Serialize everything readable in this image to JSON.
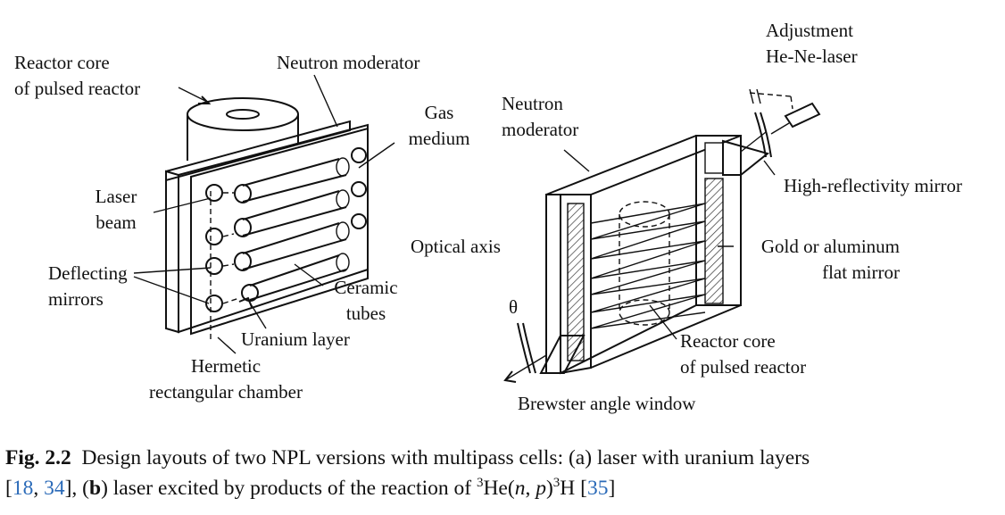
{
  "panel_a": {
    "labels": {
      "reactor_core_1": "Reactor core",
      "reactor_core_2": "of pulsed reactor",
      "neutron_moderator": "Neutron moderator",
      "gas_medium_1": "Gas",
      "gas_medium_2": "medium",
      "laser_beam_1": "Laser",
      "laser_beam_2": "beam",
      "deflecting_mirrors_1": "Deflecting",
      "deflecting_mirrors_2": "mirrors",
      "ceramic_tubes_1": "Ceramic",
      "ceramic_tubes_2": "tubes",
      "uranium_layer": "Uranium layer",
      "hermetic_chamber_1": "Hermetic",
      "hermetic_chamber_2": "rectangular chamber"
    }
  },
  "panel_b": {
    "labels": {
      "adjustment_laser_1": "Adjustment",
      "adjustment_laser_2": "He-Ne-laser",
      "neutron_moderator_1": "Neutron",
      "neutron_moderator_2": "moderator",
      "high_reflectivity_mirror": "High-reflectivity mirror",
      "optical_axis": "Optical axis",
      "flat_mirror_1": "Gold or aluminum",
      "flat_mirror_2": "flat mirror",
      "theta": "θ",
      "reactor_core_1": "Reactor core",
      "reactor_core_2": "of pulsed reactor",
      "brewster_window": "Brewster angle window"
    }
  },
  "caption": {
    "fig_label": "Fig. 2.2",
    "text_1": "Design layouts of two NPL versions with multipass cells: (a) laser with uranium layers",
    "open_bracket": "[",
    "ref_1": "18",
    "sep": ", ",
    "ref_2": "34",
    "text_2": "], (",
    "b_label": "b",
    "text_3": ") laser excited by products of the reaction of ",
    "sup_3a": "3",
    "he": "He(",
    "n": "n",
    "comma": ", ",
    "p": "p",
    "close": ")",
    "sup_3b": "3",
    "h": "H [",
    "ref_3": "35",
    "end": "]"
  }
}
